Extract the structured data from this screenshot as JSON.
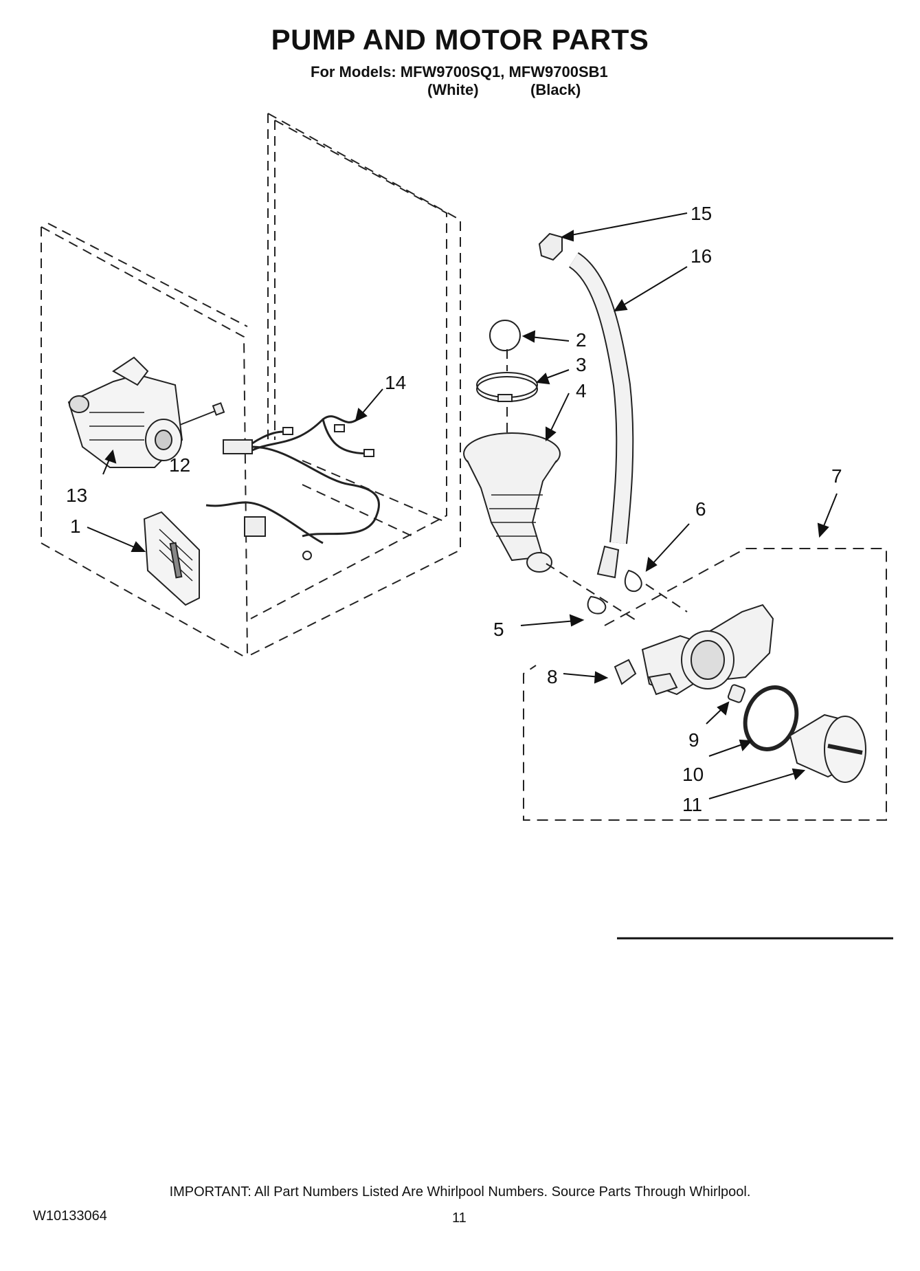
{
  "header": {
    "title": "PUMP AND MOTOR PARTS",
    "models_line": "For Models: MFW9700SQ1, MFW9700SB1",
    "variant_white": "(White)",
    "variant_black": "(Black)"
  },
  "callouts": [
    "1",
    "2",
    "3",
    "4",
    "5",
    "6",
    "7",
    "8",
    "9",
    "10",
    "11",
    "12",
    "13",
    "14",
    "15",
    "16"
  ],
  "footer": {
    "note": "IMPORTANT: All Part Numbers Listed Are Whirlpool Numbers. Source Parts Through Whirlpool.",
    "doc_id": "W10133064",
    "page_number": "11"
  }
}
